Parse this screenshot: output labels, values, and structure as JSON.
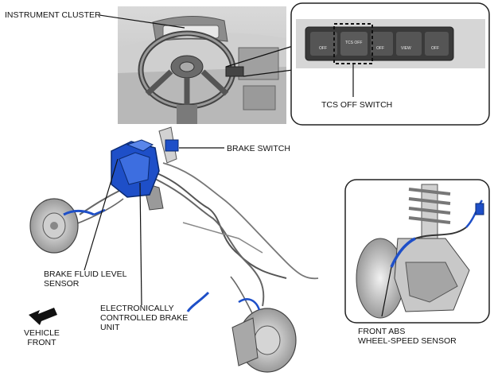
{
  "labels": {
    "instrument_cluster": "INSTRUMENT CLUSTER",
    "tcs_off_switch": "TCS OFF SWITCH",
    "brake_switch": "BRAKE SWITCH",
    "brake_fluid_level_sensor": "BRAKE FLUID LEVEL\nSENSOR",
    "ecu": "ELECTRONICALLY\nCONTROLLED BRAKE\nUNIT",
    "vehicle_front": "VEHICLE\nFRONT",
    "front_abs_sensor": "FRONT ABS\nWHEEL-SPEED SENSOR"
  },
  "switch_panel": {
    "buttons": [
      "OFF",
      "TCS OFF",
      "OFF",
      "VIEW",
      "OFF"
    ]
  },
  "colors": {
    "component_highlight": "#1e4fc8",
    "line": "#222222",
    "panel_bg": "#e6e6e6",
    "switch_bg": "#3a3a3a"
  }
}
